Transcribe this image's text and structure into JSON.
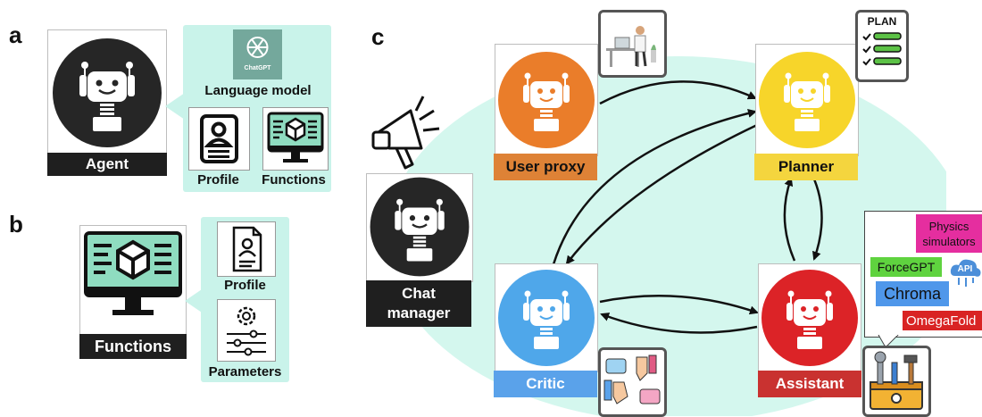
{
  "panels": {
    "a": "a",
    "b": "b",
    "c": "c"
  },
  "panel_a": {
    "agent_label": "Agent",
    "logo_text": "ChatGPT",
    "language_model_label": "Language model",
    "profile_label": "Profile",
    "functions_label": "Functions"
  },
  "panel_b": {
    "functions_label": "Functions",
    "profile_label": "Profile",
    "parameters_label": "Parameters"
  },
  "panel_c": {
    "chat_manager": [
      "Chat",
      "manager"
    ],
    "agents": {
      "user_proxy": "User proxy",
      "planner": "Planner",
      "critic": "Critic",
      "assistant": "Assistant"
    },
    "plan_title": "PLAN",
    "tools": {
      "physics": [
        "Physics",
        "simulators"
      ],
      "forcegpt": "ForceGPT",
      "chroma": "Chroma",
      "omegafold": "OmegaFold",
      "api": "API"
    },
    "colors": {
      "user_proxy_head": "#ea7d2a",
      "user_proxy_label": "#de8236",
      "planner_head": "#f7d52a",
      "planner_label": "#f4d53e",
      "critic_head": "#4fa7ea",
      "critic_label": "#5aa2ea",
      "assistant_head": "#dc2327",
      "assistant_label": "#c93230",
      "ellipse": "#d4f7ee",
      "physics_bg": "#e52e9f",
      "forcegpt_bg": "#5fd33f",
      "chroma_bg": "#4f97ea",
      "omegafold_bg": "#d92424"
    }
  }
}
